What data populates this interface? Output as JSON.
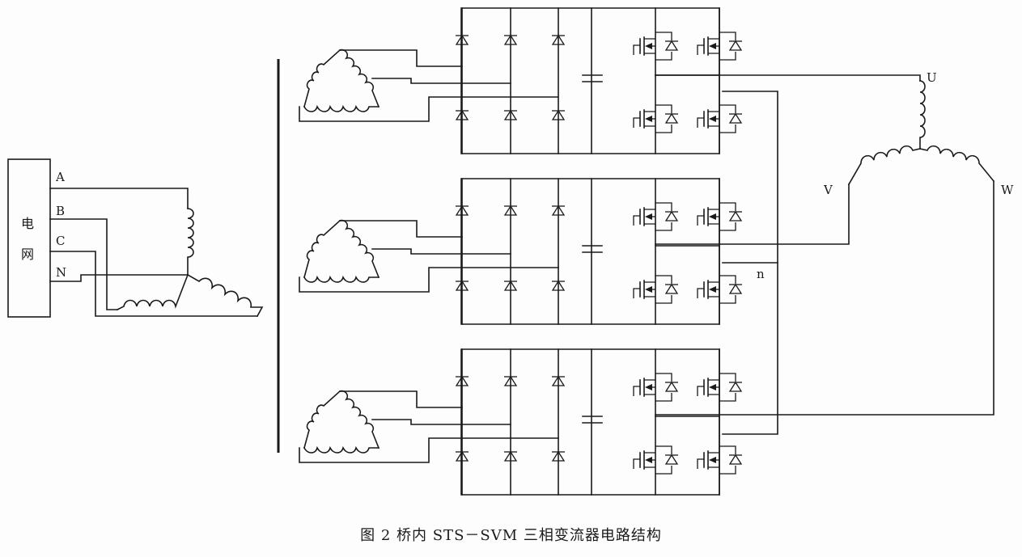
{
  "grid": {
    "name_line1": "电",
    "name_line2": "网",
    "phase_a": "A",
    "phase_b": "B",
    "phase_c": "C",
    "neutral": "N"
  },
  "motor": {
    "terminal_u": "U",
    "terminal_v": "V",
    "terminal_w": "W",
    "neutral_n": "n"
  },
  "caption": "图 2    桥内 STS－SVM 三相变流器电路结构"
}
